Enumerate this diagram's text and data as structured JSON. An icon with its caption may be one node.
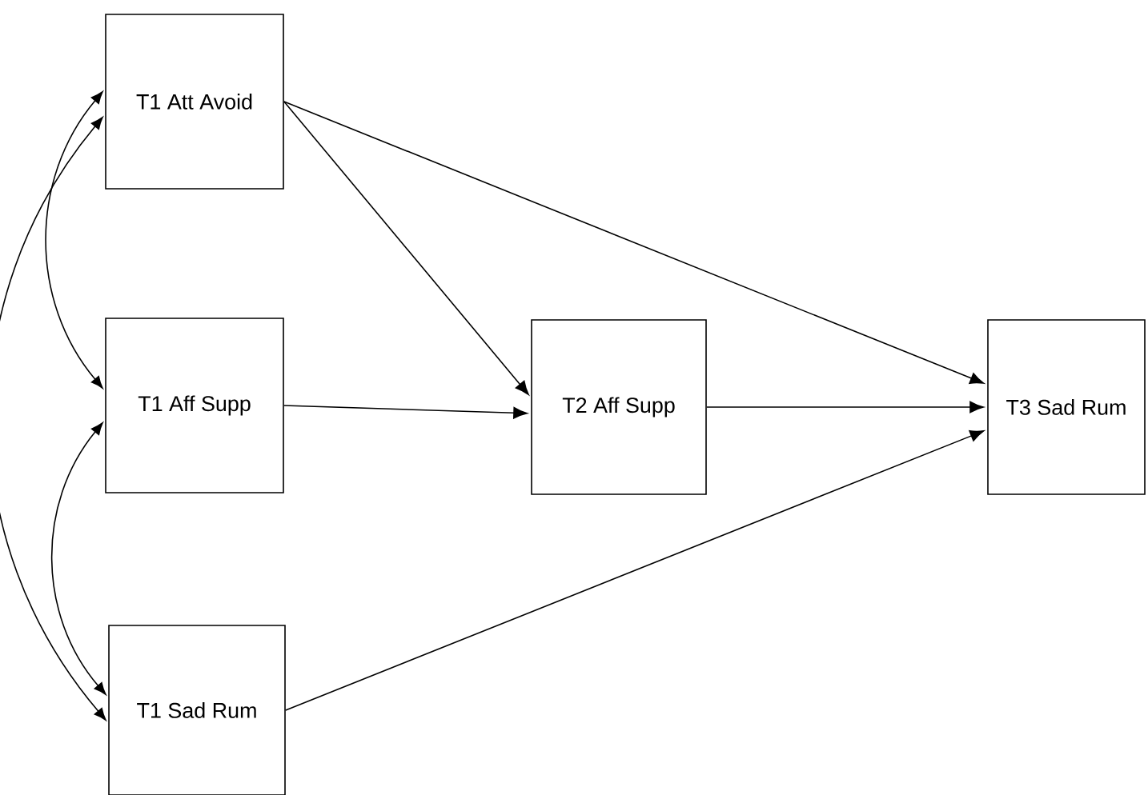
{
  "diagram": {
    "nodes": [
      {
        "text": [
          "T1 Att Avoid"
        ]
      },
      {
        "text": [
          "T1 Aff Supp"
        ]
      },
      {
        "text": [
          "T1 Sad Rum"
        ]
      },
      {
        "text": [
          "T2 Aff Supp"
        ]
      },
      {
        "text": [
          "T3 Sad Rum"
        ]
      }
    ],
    "edges": [
      {
        "from": 0,
        "to": 1,
        "arrow": "both"
      },
      {
        "from": 1,
        "to": 2,
        "arrow": "both"
      },
      {
        "from": 0,
        "to": 2,
        "arrow": "both"
      },
      {
        "from": 0,
        "to": 3,
        "arrow": "to"
      },
      {
        "from": 1,
        "to": 3,
        "arrow": "to"
      },
      {
        "from": 0,
        "to": 4,
        "arrow": "to"
      },
      {
        "from": 3,
        "to": 4,
        "arrow": "to"
      },
      {
        "from": 2,
        "to": 4,
        "arrow": "to"
      }
    ]
  }
}
